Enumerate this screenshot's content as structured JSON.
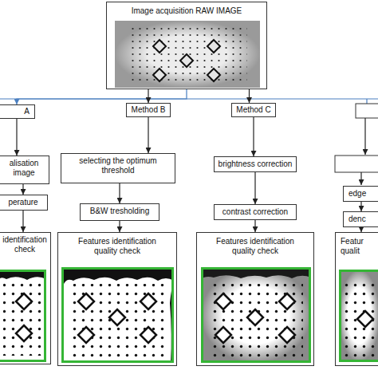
{
  "diagram": {
    "nodes": [
      {
        "text": [
          "Image acquisition RAW IMAGE"
        ]
      },
      {
        "text": [
          "A"
        ]
      },
      {
        "text": [
          "Method B"
        ]
      },
      {
        "text": [
          "Method C"
        ]
      },
      {
        "text": [
          "alisation image"
        ]
      },
      {
        "text": [
          "perature"
        ]
      },
      {
        "text": [
          "identification check"
        ]
      },
      {
        "text": [
          "selecting the optimum threshold"
        ]
      },
      {
        "text": [
          "B&W tresholding"
        ]
      },
      {
        "text": [
          "Features identification quality check"
        ]
      },
      {
        "text": [
          "brightness correction"
        ]
      },
      {
        "text": [
          "contrast correction"
        ]
      },
      {
        "text": [
          "Features identification quality check"
        ]
      },
      {
        "text": [
          "edge"
        ]
      },
      {
        "text": [
          "denc"
        ]
      },
      {
        "text": [
          "Featur qualit"
        ]
      }
    ],
    "edges": [
      {
        "from": 0,
        "to": 1,
        "arrow": "to"
      },
      {
        "from": 0,
        "to": 2,
        "arrow": "to"
      },
      {
        "from": 0,
        "to": 3,
        "arrow": "to"
      },
      {
        "from": 1,
        "to": 4,
        "arrow": "to"
      },
      {
        "from": 4,
        "to": 5,
        "arrow": "to"
      },
      {
        "from": 5,
        "to": 6,
        "arrow": "to"
      },
      {
        "from": 2,
        "to": 7,
        "arrow": "to"
      },
      {
        "from": 7,
        "to": 8,
        "arrow": "to"
      },
      {
        "from": 8,
        "to": 9,
        "arrow": "to"
      },
      {
        "from": 3,
        "to": 10,
        "arrow": "to"
      },
      {
        "from": 10,
        "to": 11,
        "arrow": "to"
      },
      {
        "from": 11,
        "to": 12,
        "arrow": "to"
      },
      {
        "from": 13,
        "to": 14,
        "arrow": "to"
      },
      {
        "from": 14,
        "to": 15,
        "arrow": "to"
      }
    ]
  }
}
